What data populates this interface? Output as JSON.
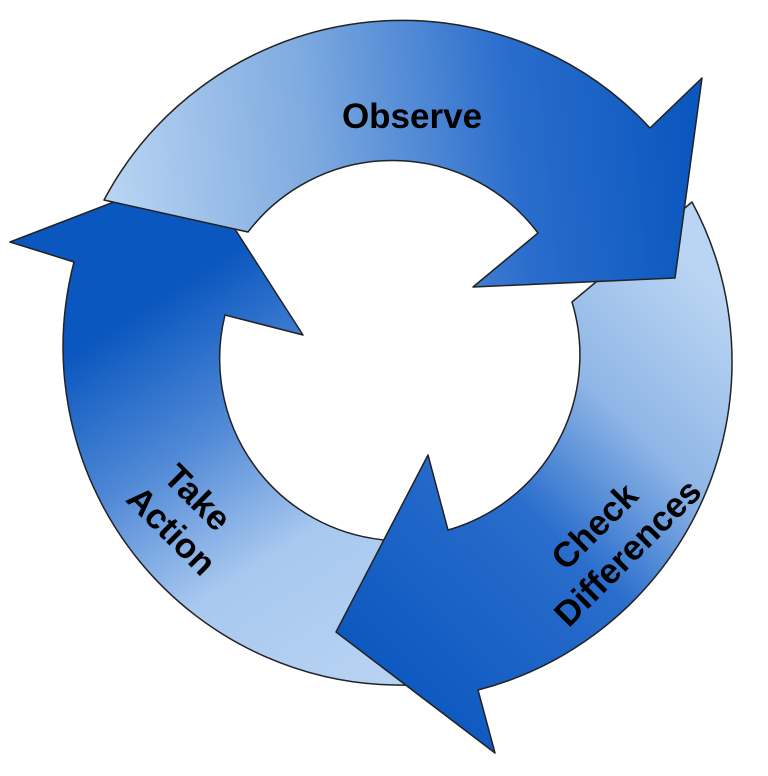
{
  "diagram": {
    "type": "cycle",
    "stages": [
      {
        "id": "observe",
        "lines": [
          "Observe"
        ]
      },
      {
        "id": "check-differences",
        "lines": [
          "Check",
          "Differences"
        ]
      },
      {
        "id": "take-action",
        "lines": [
          "Take",
          "Action"
        ]
      }
    ],
    "colors": {
      "dark_blue": "#0a57bf",
      "light_blue": "#bad5f3",
      "outline": "#222222",
      "text": "#000000"
    }
  }
}
